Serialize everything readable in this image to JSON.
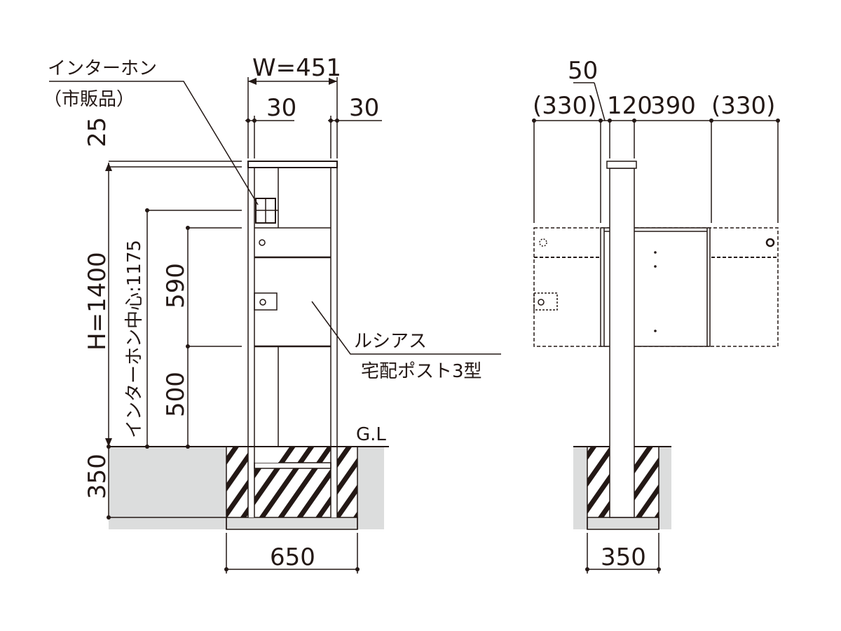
{
  "front_view": {
    "intercom_label": "インターホン",
    "intercom_note": "（市販品）",
    "width_dim": "W=451",
    "left_post_dim": "30",
    "right_post_dim": "30",
    "cap_dim": "25",
    "height_dim": "H=1400",
    "intercom_center_dim": "インターホン中心:1175",
    "upper_dim": "590",
    "lower_dim": "500",
    "ground_label": "G.L",
    "depth_dim": "350",
    "foundation_width_dim": "650",
    "product_name": "ルシアス",
    "product_type": "宅配ポスト3型"
  },
  "side_view": {
    "dim_50": "50",
    "dim_left": "(330)",
    "dim_120": "120",
    "dim_390": "390",
    "dim_right": "(330)",
    "foundation_width_dim": "350"
  },
  "colors": {
    "line": "#231815",
    "ground": "#dcdddd"
  }
}
